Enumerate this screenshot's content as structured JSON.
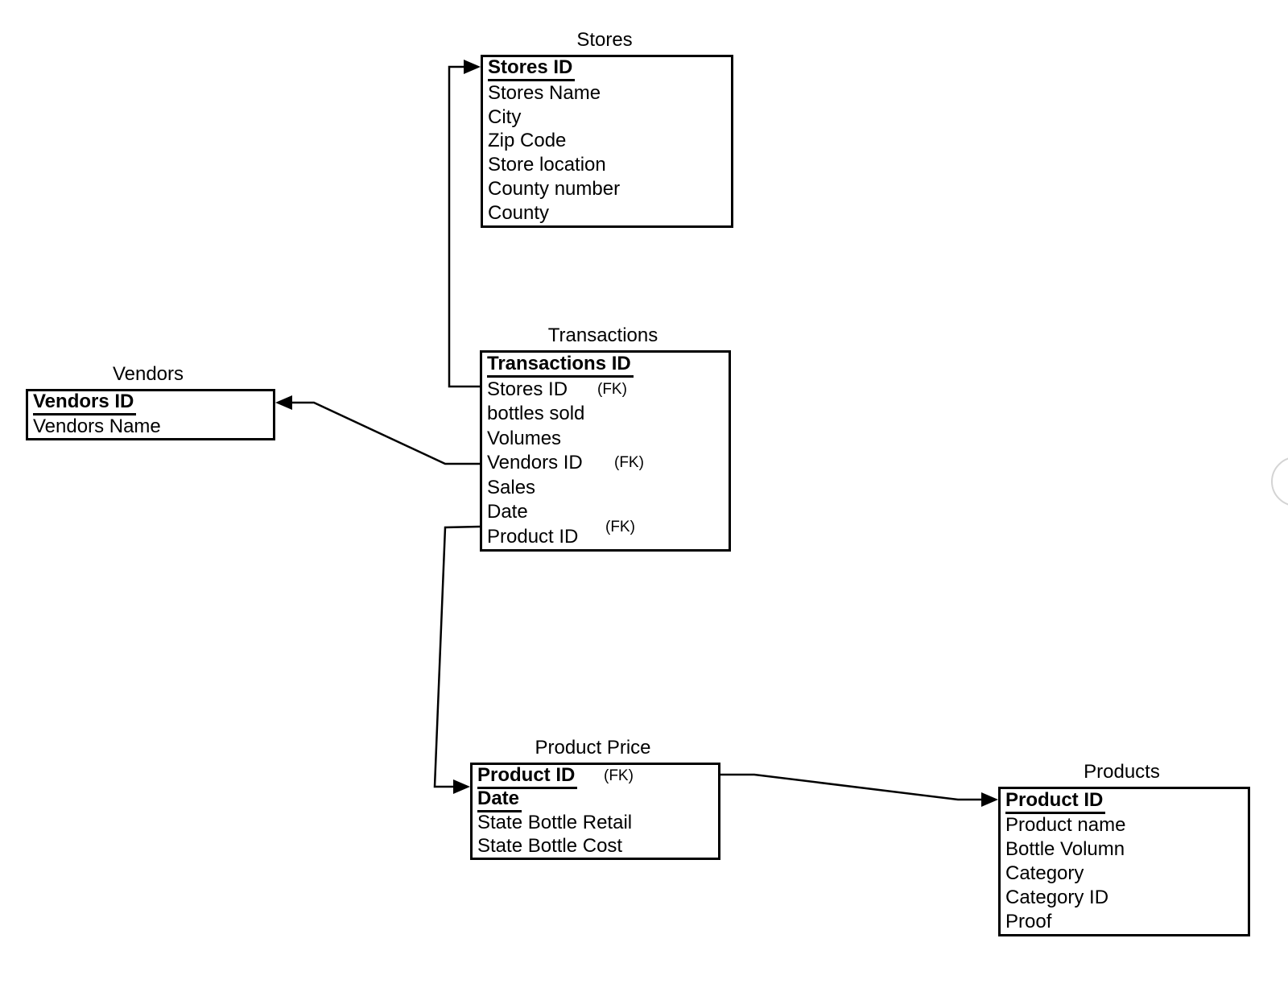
{
  "entities": [
    {
      "id": "stores",
      "title": "Stores",
      "fields": [
        {
          "label": "Stores ID",
          "pk": true
        },
        {
          "label": "Stores Name"
        },
        {
          "label": "City"
        },
        {
          "label": "Zip Code"
        },
        {
          "label": "Store location"
        },
        {
          "label": "County number"
        },
        {
          "label": "County"
        }
      ]
    },
    {
      "id": "transactions",
      "title": "Transactions",
      "fields": [
        {
          "label": "Transactions ID",
          "pk": true
        },
        {
          "label": "Stores ID",
          "fk": "(FK)"
        },
        {
          "label": "bottles sold"
        },
        {
          "label": "Volumes"
        },
        {
          "label": "Vendors ID",
          "fk": "(FK)"
        },
        {
          "label": "Sales"
        },
        {
          "label": "Date"
        },
        {
          "label": "Product ID"
        }
      ],
      "composite_fk_label": "(FK)"
    },
    {
      "id": "vendors",
      "title": "Vendors",
      "fields": [
        {
          "label": "Vendors ID",
          "pk": true
        },
        {
          "label": "Vendors Name"
        }
      ]
    },
    {
      "id": "product_price",
      "title": "Product Price",
      "fields": [
        {
          "label": "Product ID",
          "pk": true,
          "fk": "(FK)"
        },
        {
          "label": "Date",
          "pk": true
        },
        {
          "label": "State Bottle Retail"
        },
        {
          "label": "State Bottle Cost"
        }
      ]
    },
    {
      "id": "products",
      "title": "Products",
      "fields": [
        {
          "label": "Product ID",
          "pk": true
        },
        {
          "label": "Product name"
        },
        {
          "label": "Bottle Volumn"
        },
        {
          "label": "Category"
        },
        {
          "label": "Category ID"
        },
        {
          "label": "Proof"
        }
      ]
    }
  ],
  "relationships": [
    {
      "from": "Transactions.Stores ID (FK)",
      "to": "Stores.Stores ID"
    },
    {
      "from": "Transactions.Vendors ID (FK)",
      "to": "Vendors.Vendors ID"
    },
    {
      "from": "Transactions.Date + Product ID (FK)",
      "to": "Product Price.Product ID + Date"
    },
    {
      "from": "Product Price.Product ID (FK)",
      "to": "Products.Product ID"
    }
  ],
  "colors": {
    "line": "#000000",
    "box_border": "#000000",
    "background": "#ffffff",
    "artifact_circle": "#d4d4d4"
  }
}
